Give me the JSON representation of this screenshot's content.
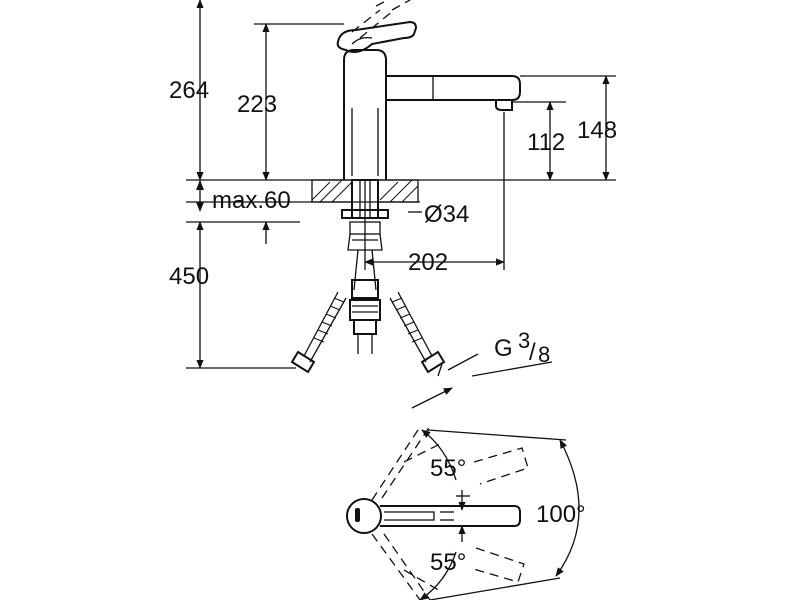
{
  "dimensions": {
    "total_height": "264",
    "spout_top_height": "223",
    "spout_outlet_height": "148",
    "aerator_height": "112",
    "max_deck_thickness": "max.60",
    "hole_diameter": "Ø34",
    "spout_reach": "202",
    "hose_length": "450",
    "thread_main": "G",
    "thread_num": "3",
    "thread_den": "8",
    "swivel_left": "55°",
    "swivel_right": "55°",
    "swivel_total": "100°"
  }
}
